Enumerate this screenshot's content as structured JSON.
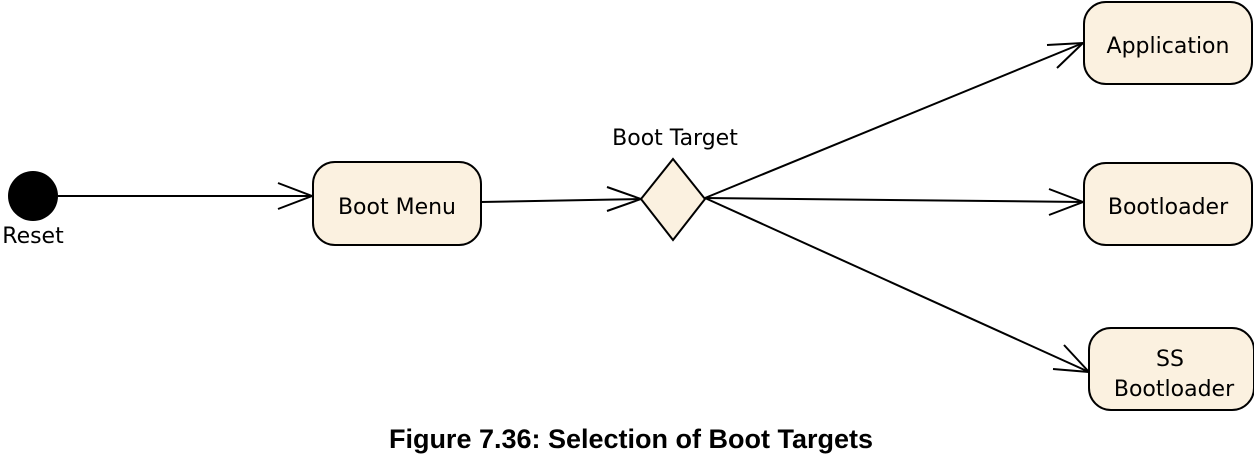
{
  "diagram": {
    "initial_label": "Reset",
    "boot_menu": "Boot Menu",
    "decision_label": "Boot Target",
    "targets": {
      "application": "Application",
      "bootloader": "Bootloader",
      "ss_line1": "SS",
      "ss_line2": "Bootloader"
    }
  },
  "caption": "Figure 7.36: Selection of Boot Targets",
  "colors": {
    "node_fill": "#fbf1e0",
    "stroke": "#000000"
  }
}
